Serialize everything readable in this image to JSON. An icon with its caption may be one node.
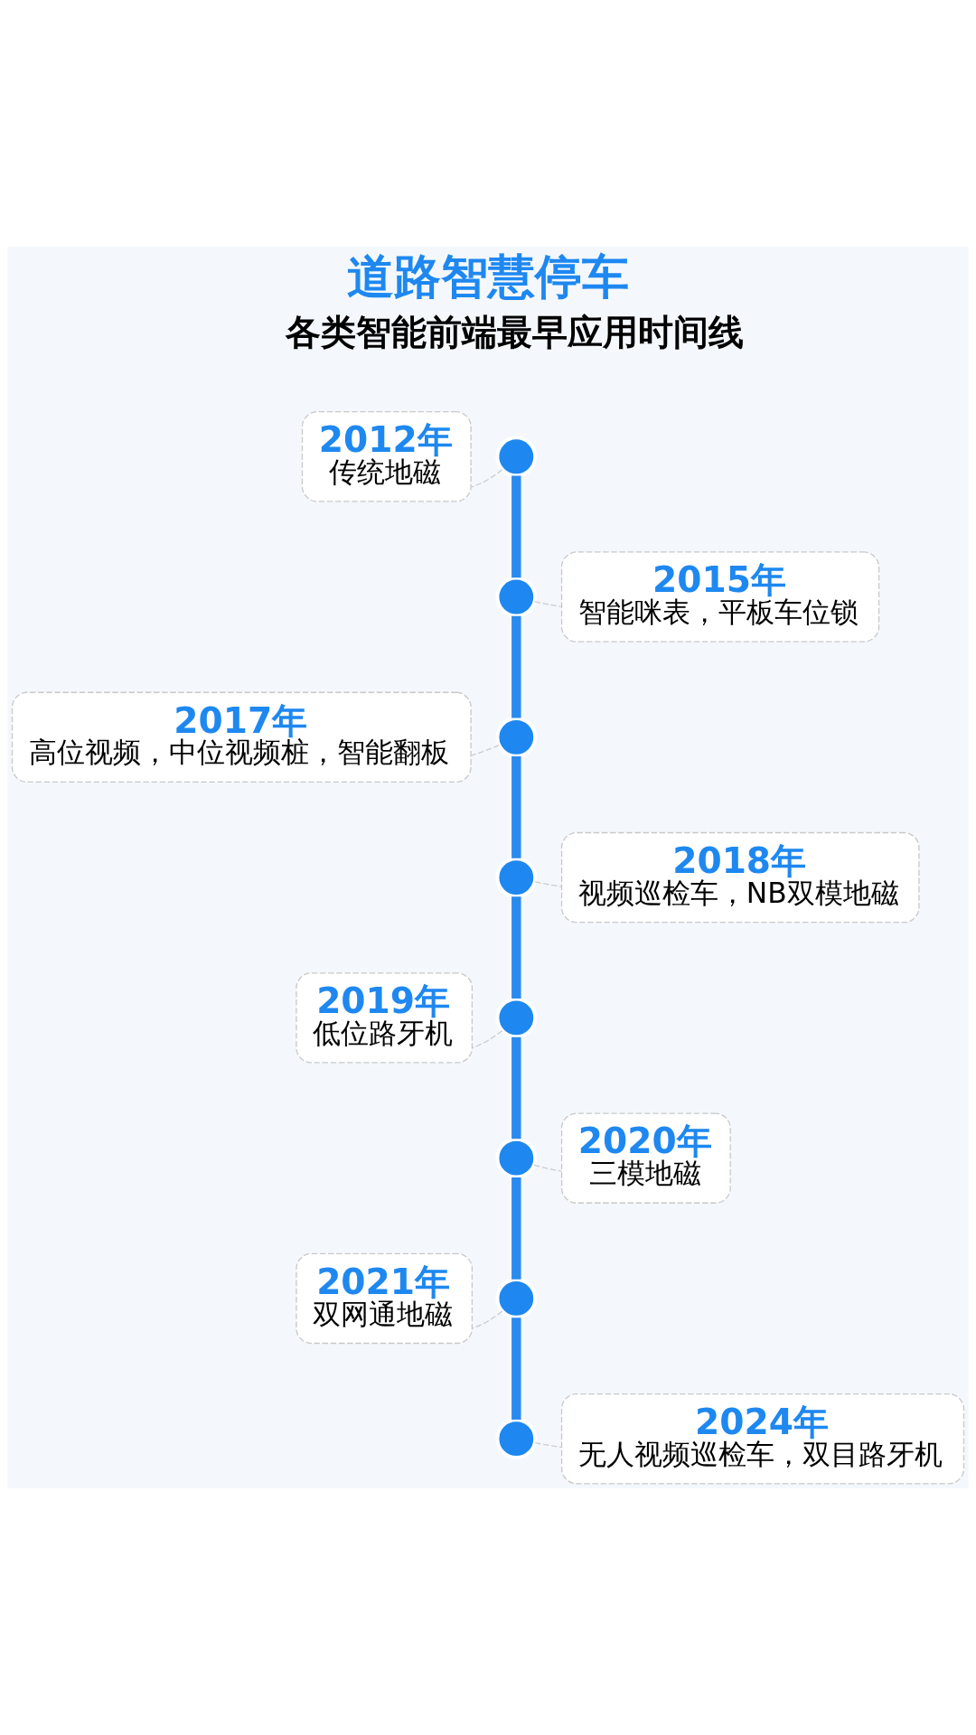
{
  "diagram": {
    "title": "道路智慧停车",
    "nodes": [
      {
        "text": [
          "2012年",
          "传统地磁"
        ]
      },
      {
        "text": [
          "2015年",
          "智能咪表，平板车位锁"
        ]
      },
      {
        "text": [
          "2017年",
          "高位视频，中位视频桩，智能翻板"
        ]
      },
      {
        "text": [
          "2018年",
          "视频巡检车，NB双模地磁"
        ]
      },
      {
        "text": [
          "2019年",
          "低位路牙机"
        ]
      },
      {
        "text": [
          "2020年",
          "三模地磁"
        ]
      },
      {
        "text": [
          "2021年",
          "双网通地磁"
        ]
      },
      {
        "text": [
          "2024年",
          "无人视频巡检车，双目路牙机"
        ]
      },
      {
        "text": [],
        "shape": "circle"
      },
      {
        "text": [],
        "shape": "circle"
      },
      {
        "text": [],
        "shape": "circle"
      },
      {
        "text": [],
        "shape": "circle"
      },
      {
        "text": [],
        "shape": "circle"
      },
      {
        "text": [],
        "shape": "circle"
      },
      {
        "text": [],
        "shape": "circle"
      },
      {
        "text": [],
        "shape": "circle"
      }
    ],
    "edges": [
      {
        "from": 8,
        "to": 0,
        "arrow": "none",
        "style": "dashed",
        "color": "#cccccc"
      },
      {
        "from": 9,
        "to": 1,
        "arrow": "none",
        "style": "dashed",
        "color": "#cccccc"
      },
      {
        "from": 10,
        "to": 2,
        "arrow": "none",
        "style": "dashed",
        "color": "#cccccc"
      },
      {
        "from": 11,
        "to": 3,
        "arrow": "none",
        "style": "dashed",
        "color": "#cccccc"
      },
      {
        "from": 12,
        "to": 4,
        "arrow": "none",
        "style": "dashed",
        "color": "#cccccc"
      },
      {
        "from": 13,
        "to": 5,
        "arrow": "none",
        "style": "dashed",
        "color": "#cccccc"
      },
      {
        "from": 14,
        "to": 6,
        "arrow": "none",
        "style": "dashed",
        "color": "#cccccc"
      },
      {
        "from": 15,
        "to": 7,
        "arrow": "none",
        "style": "dashed",
        "color": "#cccccc"
      },
      {
        "from": 8,
        "to": 9,
        "arrow": "none",
        "style": "thick",
        "color": "#2a8af0"
      },
      {
        "from": 9,
        "to": 10,
        "arrow": "none",
        "style": "thick",
        "color": "#2a8af0"
      },
      {
        "from": 10,
        "to": 11,
        "arrow": "none",
        "style": "thick",
        "color": "#2a8af0"
      },
      {
        "from": 11,
        "to": 12,
        "arrow": "none",
        "style": "thick",
        "color": "#2a8af0"
      },
      {
        "from": 12,
        "to": 13,
        "arrow": "none",
        "style": "thick",
        "color": "#2a8af0"
      },
      {
        "from": 13,
        "to": 14,
        "arrow": "none",
        "style": "thick",
        "color": "#2a8af0"
      },
      {
        "from": 14,
        "to": 15,
        "arrow": "none",
        "style": "thick",
        "color": "#2a8af0"
      }
    ],
    "labels": [
      "各类智能前端最早应用时间线"
    ]
  }
}
